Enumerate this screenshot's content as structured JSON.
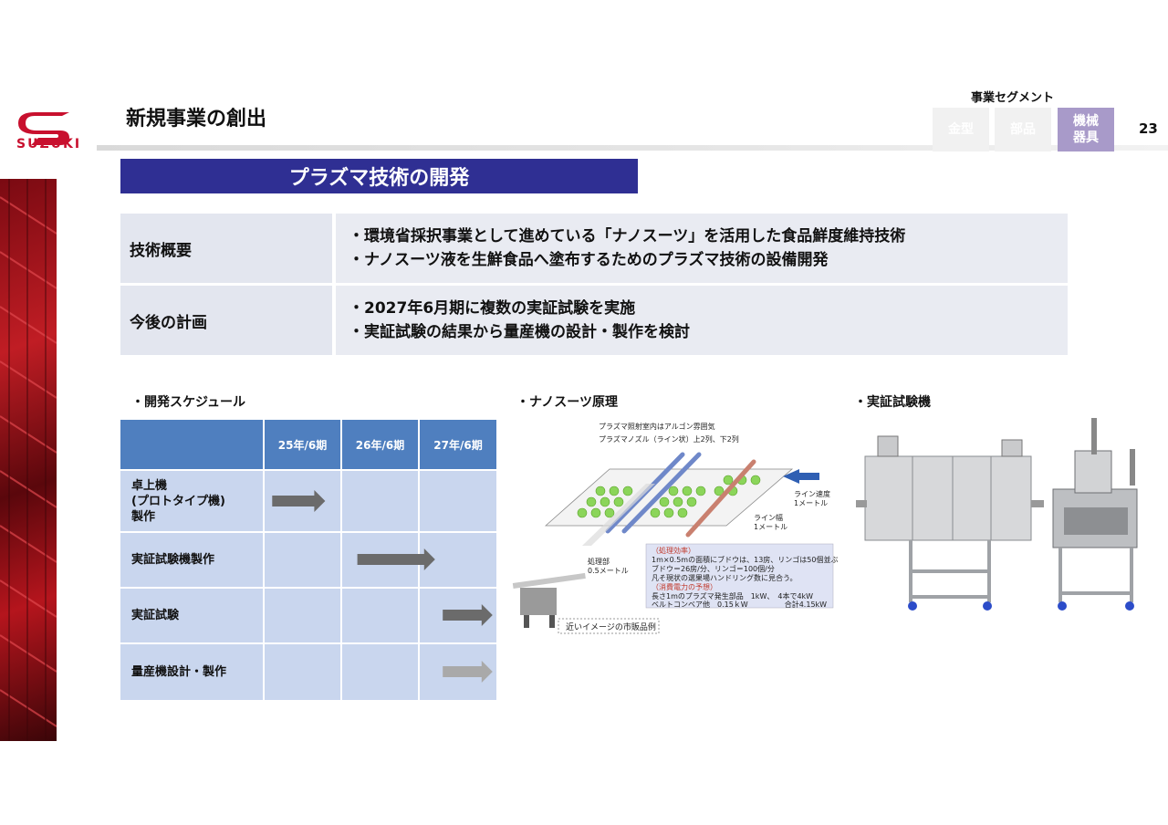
{
  "header": {
    "title": "新規事業の創出",
    "logo_word": "SUZUKI",
    "segment_label": "事業セグメント",
    "segments": [
      {
        "label": "金型",
        "active": false
      },
      {
        "label": "部品",
        "active": false
      },
      {
        "label": "機械\n器具",
        "active": true
      }
    ],
    "page_number": "23"
  },
  "banner": "プラズマ技術の開発",
  "info": [
    {
      "head": "技術概要",
      "lines": [
        "・環境省採択事業として進めている「ナノスーツ」を活用した食品鮮度維持技術",
        "・ナノスーツ液を生鮮食品へ塗布するためのプラズマ技術の設備開発"
      ]
    },
    {
      "head": "今後の計画",
      "lines": [
        "・2027年6月期に複数の実証試験を実施",
        "・実証試験の結果から量産機の設計・製作を検討"
      ]
    }
  ],
  "captions": {
    "schedule": "・開発スケジュール",
    "principle": "・ナノスーツ原理",
    "machine": "・実証試験機"
  },
  "schedule": {
    "columns": [
      "25年/6期",
      "26年/6期",
      "27年/6期"
    ],
    "rows": [
      {
        "label": "卓上機\n(プロトタイプ機)\n製作",
        "arrow_from": 0.1,
        "arrow_to": 0.8
      },
      {
        "label": "実証試験機製作",
        "arrow_from": 1.2,
        "arrow_to": 2.2
      },
      {
        "label": "実証試験",
        "arrow_from": 2.3,
        "arrow_to": 2.95
      },
      {
        "label": "量産機設計・製作",
        "arrow_from": 2.3,
        "arrow_to": 2.95,
        "faded": true
      }
    ],
    "arrow_color": "#6b6b6b",
    "arrow_faded_color": "#a9a9a9"
  },
  "principle": {
    "top_note_1": "プラズマ照射室内はアルゴン雰囲気",
    "top_note_2": "プラズマノズル（ライン状）上2列、下2列",
    "line_speed": "ライン速度\n1メートル",
    "line_width": "ライン幅\n1メートル",
    "proc_width": "処理部\n0.5メートル",
    "eff_title": "（処理効率）",
    "eff_1": "1m×0.5mの面積にブドウは、13房、リンゴは50個並ぶ。",
    "eff_2": "ブドウ＝26房/分、リンゴ＝100個/分",
    "eff_3": "凡そ現状の選果場ハンドリング数に見合う。",
    "pow_title": "（消費電力の予想）",
    "pow_1": "長さ1mのプラズマ発生部品　1kW、　4本で4kW",
    "pow_2": "ベルトコンベア他　0.15ｋW　　　　　合計4.15kW",
    "ref_label": "近いイメージの市販品例"
  }
}
